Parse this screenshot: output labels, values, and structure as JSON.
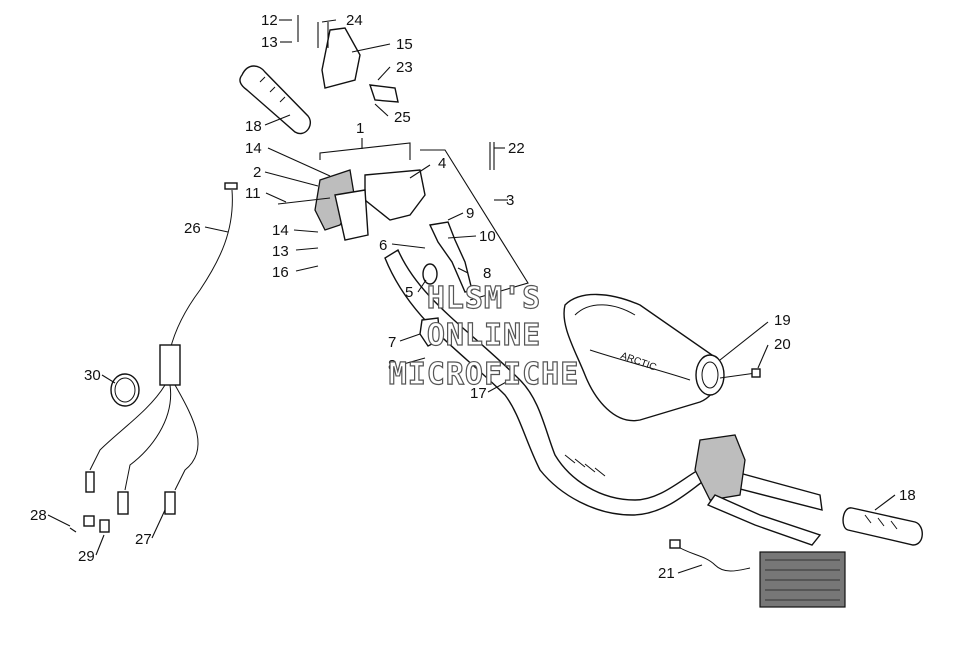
{
  "watermark": {
    "line1": "HLSM'S",
    "line2": "ONLINE",
    "line3": "MICROFICHE"
  },
  "callouts": [
    {
      "id": "c12",
      "text": "12"
    },
    {
      "id": "c24",
      "text": "24"
    },
    {
      "id": "c13a",
      "text": "13"
    },
    {
      "id": "c15",
      "text": "15"
    },
    {
      "id": "c23",
      "text": "23"
    },
    {
      "id": "c18a",
      "text": "18"
    },
    {
      "id": "c25",
      "text": "25"
    },
    {
      "id": "c1",
      "text": "1"
    },
    {
      "id": "c14a",
      "text": "14"
    },
    {
      "id": "c22",
      "text": "22"
    },
    {
      "id": "c4",
      "text": "4"
    },
    {
      "id": "c2",
      "text": "2"
    },
    {
      "id": "c11",
      "text": "11"
    },
    {
      "id": "c3",
      "text": "3"
    },
    {
      "id": "c9",
      "text": "9"
    },
    {
      "id": "c26",
      "text": "26"
    },
    {
      "id": "c14b",
      "text": "14"
    },
    {
      "id": "c10",
      "text": "10"
    },
    {
      "id": "c6",
      "text": "6"
    },
    {
      "id": "c13b",
      "text": "13"
    },
    {
      "id": "c16",
      "text": "16"
    },
    {
      "id": "c8a",
      "text": "8"
    },
    {
      "id": "c5",
      "text": "5"
    },
    {
      "id": "c7",
      "text": "7"
    },
    {
      "id": "c19",
      "text": "19"
    },
    {
      "id": "c20",
      "text": "20"
    },
    {
      "id": "c8b",
      "text": "8"
    },
    {
      "id": "c30",
      "text": "30"
    },
    {
      "id": "c17",
      "text": "17"
    },
    {
      "id": "c18b",
      "text": "18"
    },
    {
      "id": "c28",
      "text": "28"
    },
    {
      "id": "c27",
      "text": "27"
    },
    {
      "id": "c29",
      "text": "29"
    },
    {
      "id": "c21",
      "text": "21"
    }
  ]
}
